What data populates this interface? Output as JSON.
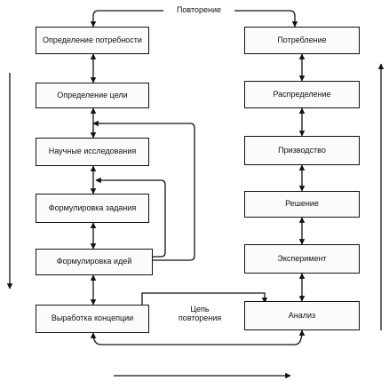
{
  "left_column": [
    "Определение потребности",
    "Определение цели",
    "Научные исследования",
    "Формулировка задания",
    "Формулировка идей",
    "Выработка концепции"
  ],
  "right_column": [
    "Потребление",
    "Распределение",
    "Призводство",
    "Решение",
    "Эксперимент",
    "Анализ"
  ],
  "top_label": "Повторение",
  "cycle_label_line1": "Цепь",
  "cycle_label_line2": "повторения",
  "colors": {
    "ink": "#111111",
    "box_fill": "#fbfbfb",
    "background": "#ffffff"
  }
}
